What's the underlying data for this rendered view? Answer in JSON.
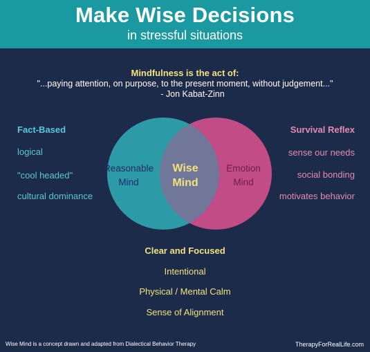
{
  "header": {
    "title": "Make Wise Decisions",
    "subtitle": "in stressful situations"
  },
  "quote": {
    "heading": "Mindfulness is the act of:",
    "text": "\"...paying attention, on purpose, to the present moment, without judgement...\"",
    "author": "- Jon Kabat-Zinn"
  },
  "left": {
    "heading": "Fact-Based",
    "items": [
      "logical",
      "\"cool headed\"",
      "cultural dominance"
    ]
  },
  "right": {
    "heading": "Survival Reflex",
    "items": [
      "sense our needs",
      "social bonding",
      "motivates behavior"
    ]
  },
  "venn": {
    "left_label_1": "Reasonable",
    "left_label_2": "Mind",
    "center_label_1": "Wise",
    "center_label_2": "Mind",
    "right_label_1": "Emotion",
    "right_label_2": "Mind",
    "left_color": "#2e9ba7",
    "right_color": "#c24c86"
  },
  "bottom": {
    "heading": "Clear and Focused",
    "items": [
      "Intentional",
      "Physical / Mental Calm",
      "Sense of Alignment"
    ]
  },
  "footer": {
    "note": "Wise Mind is a concept drawn and adapted from Dialectical Behavior Therapy",
    "site": "TherapyForRealLife.com"
  }
}
